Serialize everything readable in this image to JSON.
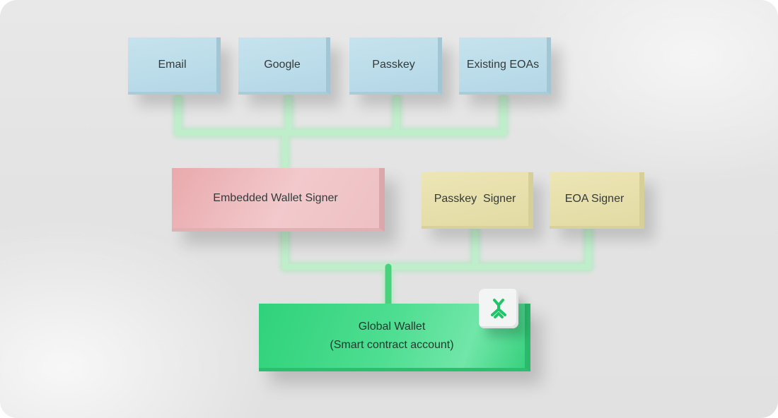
{
  "sources": [
    "Email",
    "Google",
    "Passkey",
    "Existing EOAs"
  ],
  "signers": {
    "embedded": "Embedded Wallet Signer",
    "passkey": "Passkey  Signer",
    "eoa": "EOA Signer"
  },
  "wallet": {
    "line1": "Global Wallet",
    "line2": "(Smart contract account)",
    "logo_icon": "green-bird-logo-icon"
  },
  "colors": {
    "source_box": "#b9dae8",
    "embedded_signer": "#f0c3c6",
    "other_signers": "#e7dfab",
    "wallet": "#3fd987",
    "connector": "#9fe3b0"
  }
}
